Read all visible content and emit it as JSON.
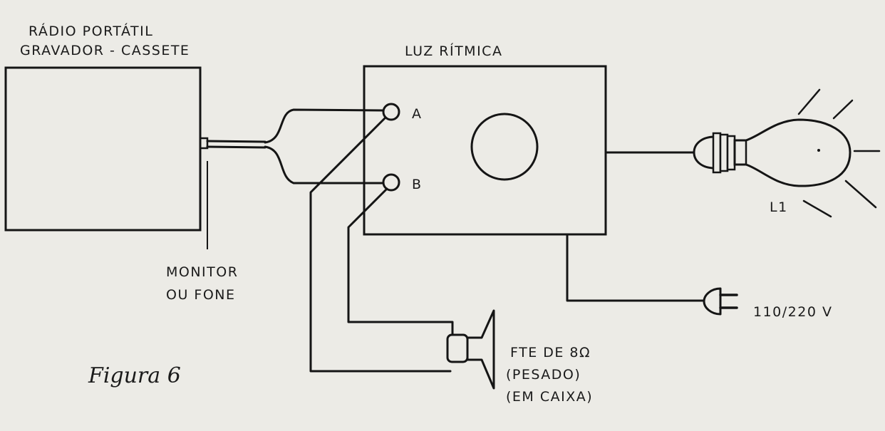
{
  "radio": {
    "title_line1": "RÁDIO  PORTÁTIL",
    "title_line2": "GRAVADOR - CASSETE"
  },
  "luz": {
    "title": "LUZ  RÍTMICA",
    "terminal_a": "A",
    "terminal_b": "B"
  },
  "monitor": {
    "line1": "MONITOR",
    "line2": "OU FONE"
  },
  "lamp": {
    "label": "L1"
  },
  "power": {
    "label": "110/220 V"
  },
  "speaker": {
    "line1": "FTE DE 8Ω",
    "line2": "(PESADO)",
    "line3": "(EM CAIXA)"
  },
  "figure": {
    "caption": "Figura 6"
  }
}
